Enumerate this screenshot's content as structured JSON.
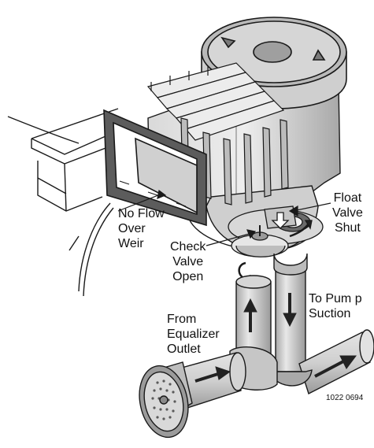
{
  "labels": {
    "no_flow": [
      "No Flow",
      "Over",
      "Weir"
    ],
    "check_valve": [
      "Check",
      "Valve",
      "Open"
    ],
    "float_valve": [
      "Float",
      "Valve",
      "Shut"
    ],
    "to_pump": [
      "To Pum p",
      "Suction"
    ],
    "from_equalizer": [
      "From",
      "Equalizer",
      "Outlet"
    ]
  },
  "figure_number": "1022 0694",
  "colors": {
    "outline": "#1a1a1a",
    "body_light": "#e6e6e6",
    "body_mid": "#c9c9c9",
    "body_dark": "#9c9c9c",
    "arrow": "#222222"
  }
}
